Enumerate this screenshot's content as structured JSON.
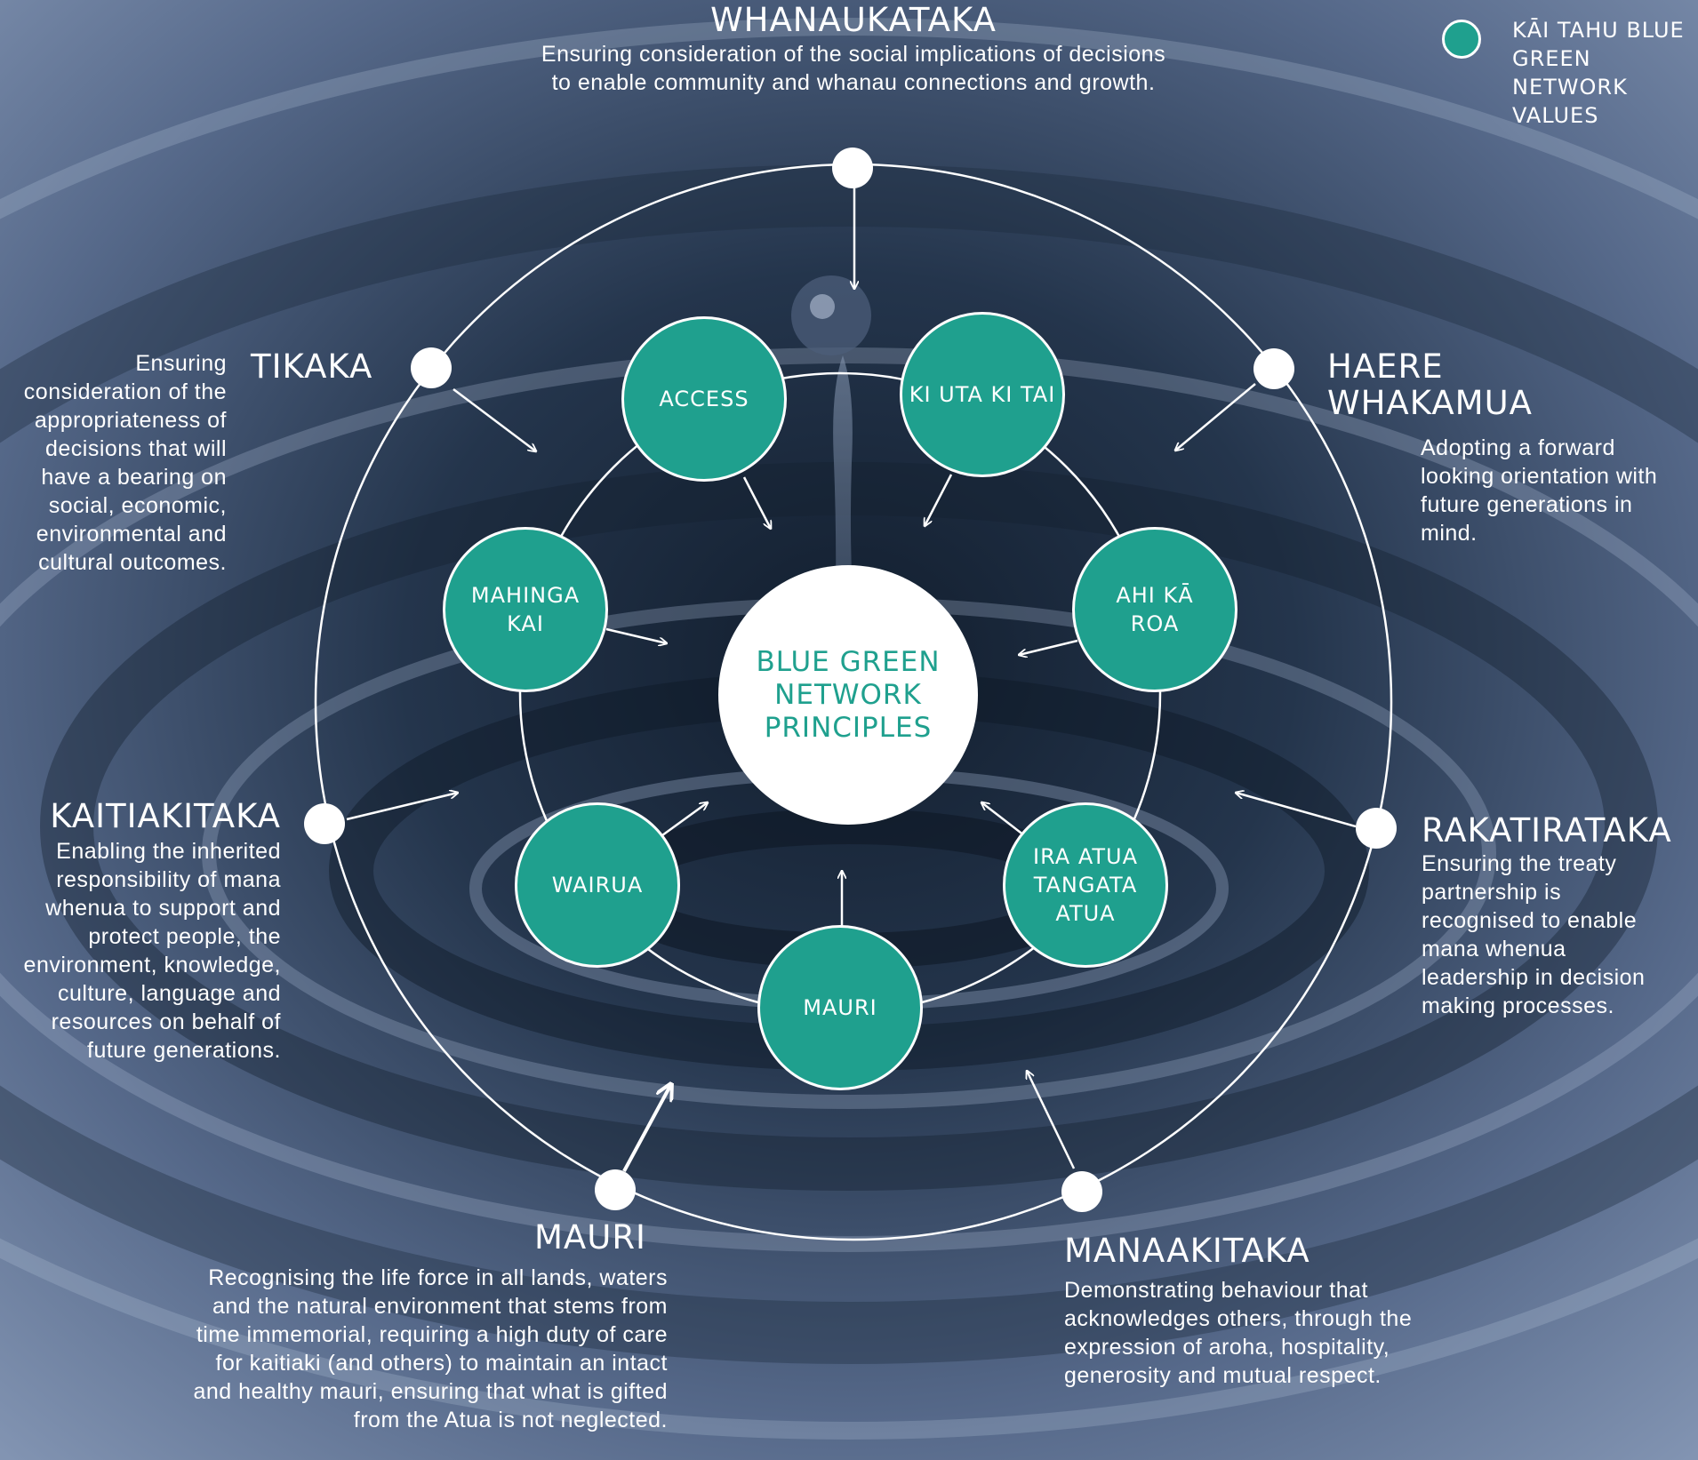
{
  "legend": {
    "label": "KĀI TAHU BLUE GREEN NETWORK VALUES",
    "color": "#1fa08e"
  },
  "center": {
    "label": "BLUE GREEN\nNETWORK\nPRINCIPLES",
    "text_color": "#1fa08e"
  },
  "principles": [
    {
      "id": "access",
      "label": "ACCESS"
    },
    {
      "id": "ki-uta-ki-tai",
      "label": "KI UTA KI TAI"
    },
    {
      "id": "ahi-ka-roa",
      "label": "AHI KĀ\nROA"
    },
    {
      "id": "ira-atua",
      "label": "IRA ATUA\nTANGATA\nATUA"
    },
    {
      "id": "mauri",
      "label": "MAURI"
    },
    {
      "id": "wairua",
      "label": "WAIRUA"
    },
    {
      "id": "mahinga-kai",
      "label": "MAHINGA\nKAI"
    }
  ],
  "values": {
    "whanaukataka": {
      "name": "WHANAUKATAKA",
      "description": "Ensuring consideration of the social implications of decisions to enable community and whanau connections and growth."
    },
    "haere_whakamua": {
      "name": "HAERE\nWHAKAMUA",
      "description": "Adopting a forward looking orientation with future generations in mind."
    },
    "rakatirataka": {
      "name": "RAKATIRATAKA",
      "description": "Ensuring the treaty partnership is recognised to enable mana whenua leadership in decision making processes."
    },
    "manaakitaka": {
      "name": "MANAAKITAKA",
      "description": "Demonstrating behaviour that acknowledges others, through the expression of aroha, hospitality, generosity and mutual respect."
    },
    "mauri": {
      "name": "MAURI",
      "description": "Recognising the life force in all lands, waters and the natural environment that stems from time immemorial, requiring a high duty of care for kaitiaki (and others) to maintain an intact and healthy mauri, ensuring that what is gifted from the Atua is not neglected."
    },
    "kaitiakitaka": {
      "name": "KAITIAKITAKA",
      "description": "Enabling the inherited responsibility of mana whenua to support and protect people, the environment, knowledge, culture, language and resources on behalf of future generations."
    },
    "tikaka": {
      "name": "TIKAKA",
      "description": "Ensuring consideration of the appropriateness of decisions that will have a bearing on social, economic, environmental and cultural outcomes."
    }
  }
}
